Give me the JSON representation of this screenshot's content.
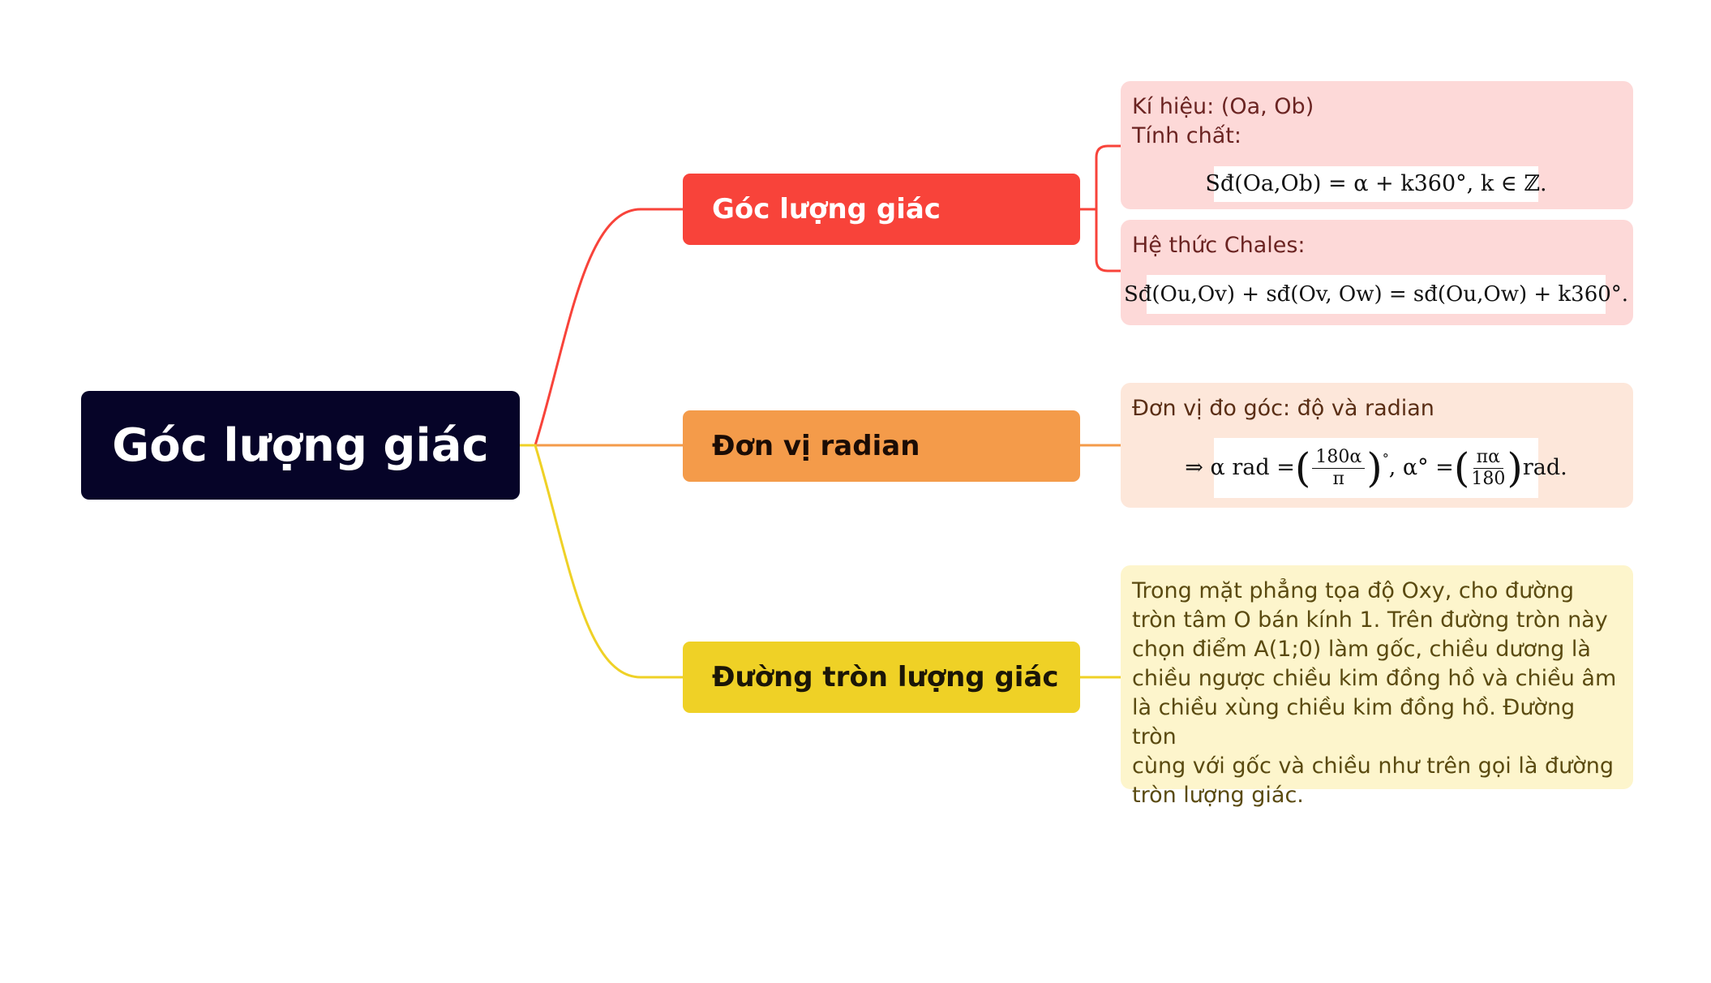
{
  "root": {
    "label": "Góc lượng giác"
  },
  "branches": [
    {
      "label": "Góc lượng giác",
      "color": "#f8433a",
      "notes": [
        {
          "lines": [
            "Kí hiệu: (Oa, Ob)",
            "Tính chất:"
          ],
          "formula": "Sđ(Oa,Ob) = α + k360°, k ∈ ℤ."
        },
        {
          "lines": [
            "Hệ thức Chales:"
          ],
          "formula": "Sđ(Ou,Ov) + sđ(Ov, Ow) = sđ(Ou,Ow) + k360°."
        }
      ]
    },
    {
      "label": "Đơn vị radian",
      "color": "#f49b4a",
      "notes": [
        {
          "lines": [
            "Đơn vị đo góc: độ và radian"
          ],
          "formula_parts": {
            "lead": "⇒ α  rad =",
            "f1_num": "180α",
            "f1_den": "π",
            "mid": ", α° =",
            "f2_num": "πα",
            "f2_den": "180",
            "tail": "rad."
          }
        }
      ]
    },
    {
      "label": "Đường tròn lượng giác",
      "color": "#efd126",
      "notes": [
        {
          "lines": [
            "Trong mặt phẳng tọa độ Oxy, cho đường",
            "tròn tâm O bán kính 1. Trên đường tròn này",
            "chọn điểm A(1;0) làm gốc, chiều dương là",
            "chiều ngược chiều kim đồng hồ và chiều âm",
            "là chiều xùng chiều kim đồng hồ. Đường tròn",
            "cùng với gốc và chiều như trên gọi là đường",
            "tròn lượng giác."
          ]
        }
      ]
    }
  ],
  "colors": {
    "root_bg": "#060428",
    "red": "#f8433a",
    "orange": "#f49b4a",
    "yellow": "#efd126"
  }
}
